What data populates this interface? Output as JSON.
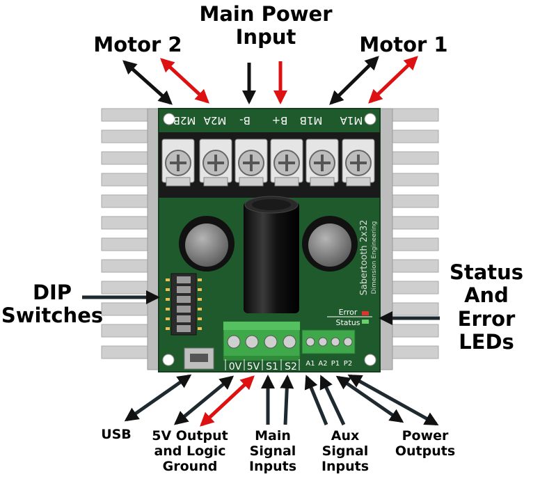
{
  "labels": {
    "main_power": [
      "Main Power",
      "Input"
    ],
    "motor2": "Motor 2",
    "motor1": "Motor 1",
    "dip": [
      "DIP",
      "Switches"
    ],
    "status_leds": [
      "Status",
      "And",
      "Error",
      "LEDs"
    ],
    "usb": "USB",
    "five_v": [
      "5V Output",
      "and Logic",
      "Ground"
    ],
    "main_signal": [
      "Main",
      "Signal",
      "Inputs"
    ],
    "aux_signal": [
      "Aux",
      "Signal",
      "Inputs"
    ],
    "power_outputs": [
      "Power",
      "Outputs"
    ]
  },
  "board": {
    "terminals_top": [
      "M2B",
      "M2A",
      "B-",
      "B+",
      "M1B",
      "M1A"
    ],
    "brand_lines": [
      "Sabertooth 2x32",
      "Dimension Engineering"
    ],
    "led_labels": [
      "Error",
      "Status"
    ],
    "signal_terminals": [
      "0V",
      "5V",
      "S1",
      "S2"
    ],
    "aux_terminals": [
      "A1",
      "A2",
      "P1",
      "P2"
    ]
  },
  "colors": {
    "pcb": "#1f5a2c",
    "heatsink": "#c9c9c9",
    "terminal_green": "#3ea84a",
    "arrow_black": "#111111",
    "arrow_red": "#dd1111"
  }
}
